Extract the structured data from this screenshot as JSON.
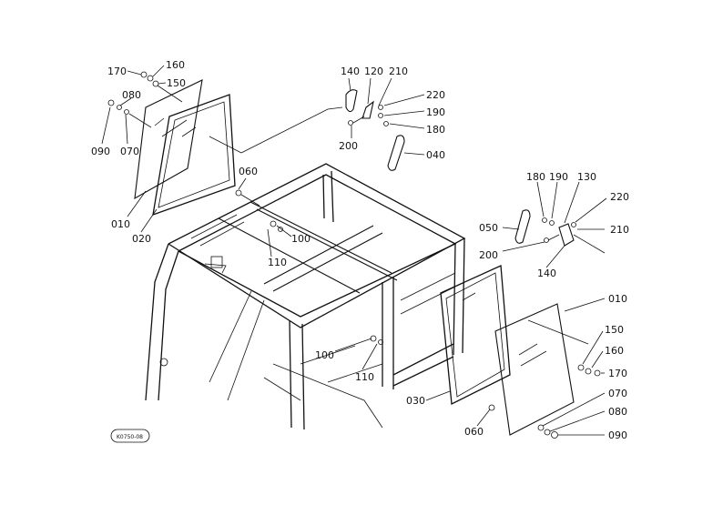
{
  "diagram": {
    "part_labels": {
      "l170a": "170",
      "l160a": "160",
      "l150a": "150",
      "l080a": "080",
      "l090a": "090",
      "l070a": "070",
      "l010a": "010",
      "l020": "020",
      "l060a": "060",
      "l140a": "140",
      "l120": "120",
      "l210a": "210",
      "l220a": "220",
      "l190a": "190",
      "l180a": "180",
      "l200a": "200",
      "l040": "040",
      "l100a": "100",
      "l110a": "110",
      "l180b": "180",
      "l190b": "190",
      "l130": "130",
      "l220b": "220",
      "l050": "050",
      "l210b": "210",
      "l200b": "200",
      "l140b": "140",
      "l010b": "010",
      "l150b": "150",
      "l160b": "160",
      "l170b": "170",
      "l100b": "100",
      "l110b": "110",
      "l030": "030",
      "l060b": "060",
      "l070b": "070",
      "l080b": "080",
      "l090b": "090"
    },
    "reference_code": "K0750-08"
  }
}
